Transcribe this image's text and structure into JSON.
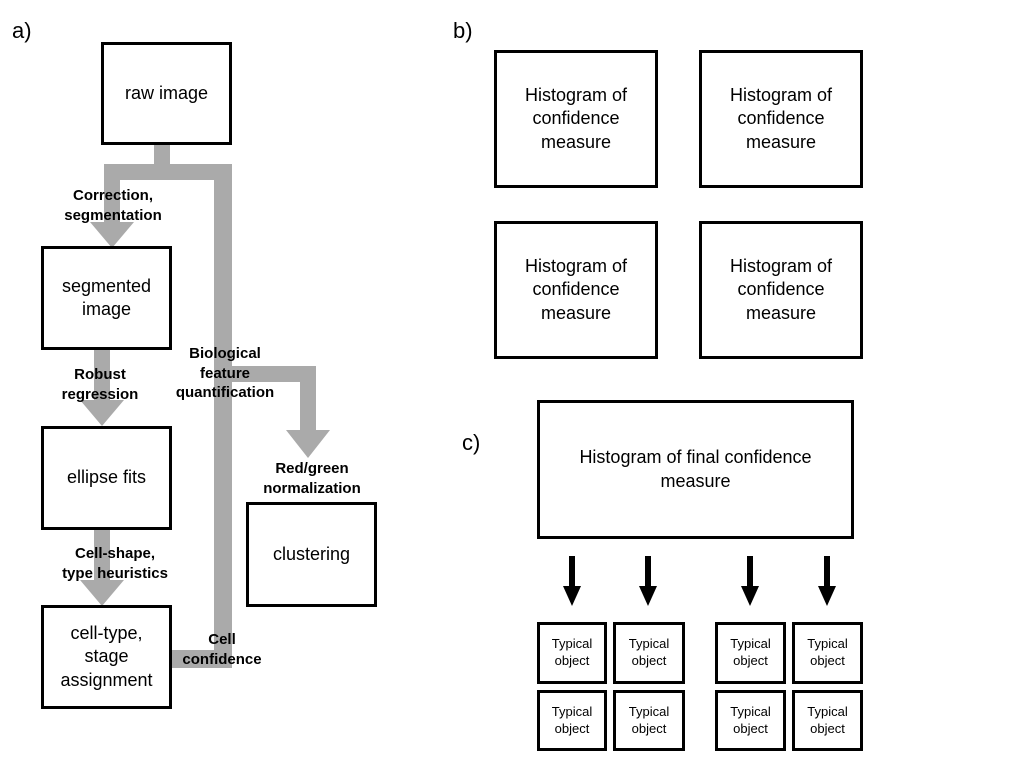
{
  "panels": {
    "a": "a)",
    "b": "b)",
    "c": "c)"
  },
  "flow": {
    "raw_image": "raw image",
    "segmented_image": "segmented\nimage",
    "ellipse_fits": "ellipse fits",
    "cell_type_stage": "cell-type,\nstage\nassignment",
    "clustering": "clustering",
    "labels": {
      "correction_segmentation": "Correction,\nsegmentation",
      "robust_regression": "Robust\nregression",
      "cell_shape_heuristics": "Cell-shape,\ntype heuristics",
      "biological_feature": "Biological\nfeature\nquantification",
      "red_green_normalization": "Red/green\nnormalization",
      "cell_confidence": "Cell\nconfidence"
    },
    "arrow_color": "#aaaaaa"
  },
  "histograms": [
    "Histogram of\nconfidence\nmeasure",
    "Histogram of\nconfidence\nmeasure",
    "Histogram of\nconfidence\nmeasure",
    "Histogram of\nconfidence\nmeasure"
  ],
  "final": {
    "title": "Histogram of final confidence\nmeasure",
    "objects": [
      "Typical\nobject",
      "Typical\nobject",
      "Typical\nobject",
      "Typical\nobject",
      "Typical\nobject",
      "Typical\nobject",
      "Typical\nobject",
      "Typical\nobject"
    ]
  }
}
